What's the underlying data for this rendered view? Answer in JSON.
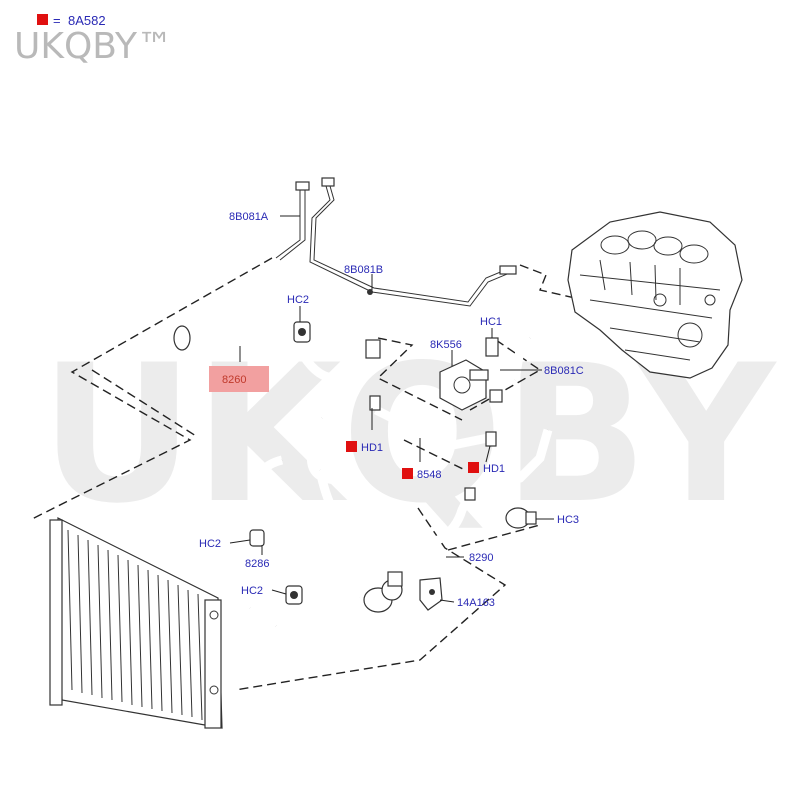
{
  "watermark": {
    "top_left": "UKQBY™",
    "center": "UKQBY™"
  },
  "legend": {
    "marker_color": "#e01010",
    "equals": "=",
    "part_number": "8A582"
  },
  "colors": {
    "label_blue": "#2a2ab5",
    "highlight_fill": "#f2a0a0",
    "highlight_text": "#c0392b",
    "marker_red": "#e01010"
  },
  "labels": {
    "l_8b081a": "8B081A",
    "l_8b081b": "8B081B",
    "l_hc2_top": "HC2",
    "l_8260": "8260",
    "l_hc1": "HC1",
    "l_8k556": "8K556",
    "l_8b081c": "8B081C",
    "l_hd1_left": "HD1",
    "l_8548": "8548",
    "l_hd1_right": "HD1",
    "l_hc3": "HC3",
    "l_hc2_mid": "HC2",
    "l_8286": "8286",
    "l_8290": "8290",
    "l_hc2_low": "HC2",
    "l_14a163": "14A163"
  }
}
